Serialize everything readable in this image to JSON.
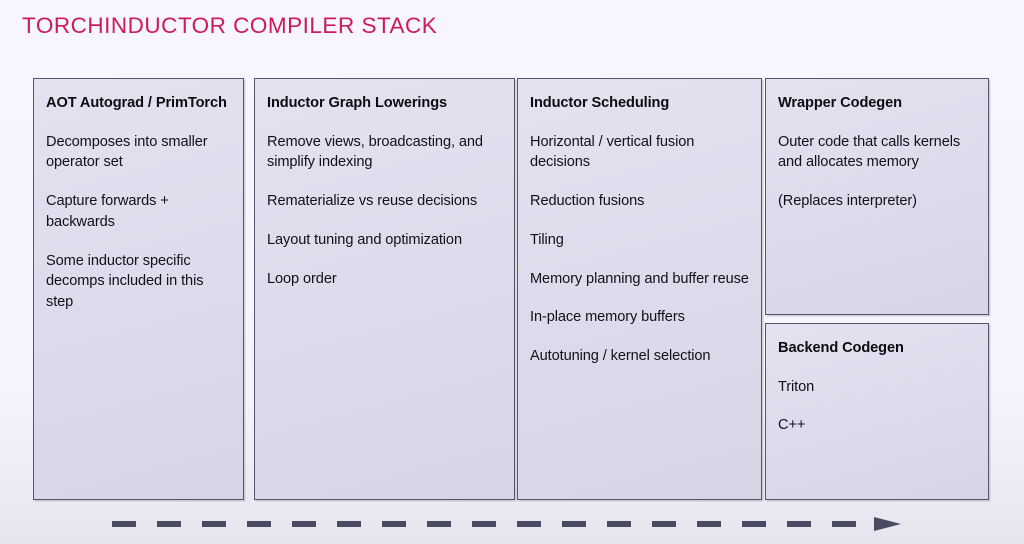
{
  "slide": {
    "title": "TORCHINDUCTOR COMPILER STACK",
    "title_color": "#cd1a5d",
    "background_color": "#f6f5fd",
    "box_fill_color": "#dddcec",
    "box_border_color": "#55556b",
    "arrow_color": "#4a4a62"
  },
  "stages": [
    {
      "id": "aot-autograd-primtorch",
      "title": "AOT Autograd / PrimTorch",
      "lines": [
        "Decomposes into smaller operator set",
        "Capture forwards + backwards",
        "Some inductor specific decomps included in this step"
      ]
    },
    {
      "id": "inductor-graph-lowerings",
      "title": "Inductor Graph Lowerings",
      "lines": [
        "Remove views, broadcasting, and simplify indexing",
        "Rematerialize vs reuse decisions",
        "Layout tuning and optimization",
        "Loop order"
      ]
    },
    {
      "id": "inductor-scheduling",
      "title": "Inductor Scheduling",
      "lines": [
        "Horizontal / vertical fusion decisions",
        "Reduction fusions",
        "Tiling",
        "Memory planning and buffer reuse",
        "In-place memory buffers",
        "Autotuning / kernel selection"
      ]
    },
    {
      "id": "wrapper-codegen",
      "title": "Wrapper Codegen",
      "lines": [
        "Outer code that calls kernels and allocates memory",
        "(Replaces interpreter)"
      ]
    },
    {
      "id": "backend-codegen",
      "title": "Backend Codegen",
      "lines": [
        "Triton",
        "C++"
      ]
    }
  ],
  "flow_arrow": {
    "name": "dashed-flow-arrow",
    "direction": "left-to-right",
    "style": "dashed"
  }
}
